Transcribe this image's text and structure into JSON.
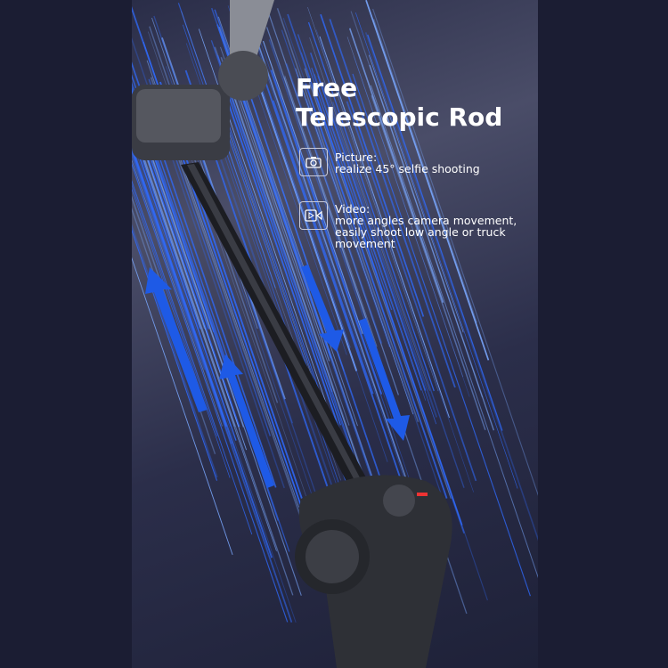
{
  "headline": {
    "line1": "Free",
    "line2": "Telescopic Rod"
  },
  "features": [
    {
      "icon": "camera-icon",
      "label": "Picture:",
      "text": "realize 45° selfie shooting"
    },
    {
      "icon": "video-icon",
      "label": "Video:",
      "text1": "more angles camera movement,",
      "text2": "easily shoot low angle or truck",
      "text3": "movement"
    }
  ],
  "colors": {
    "background": "#1b1d33",
    "streak": "#2f6bff",
    "arrow": "#1e5ae6"
  }
}
